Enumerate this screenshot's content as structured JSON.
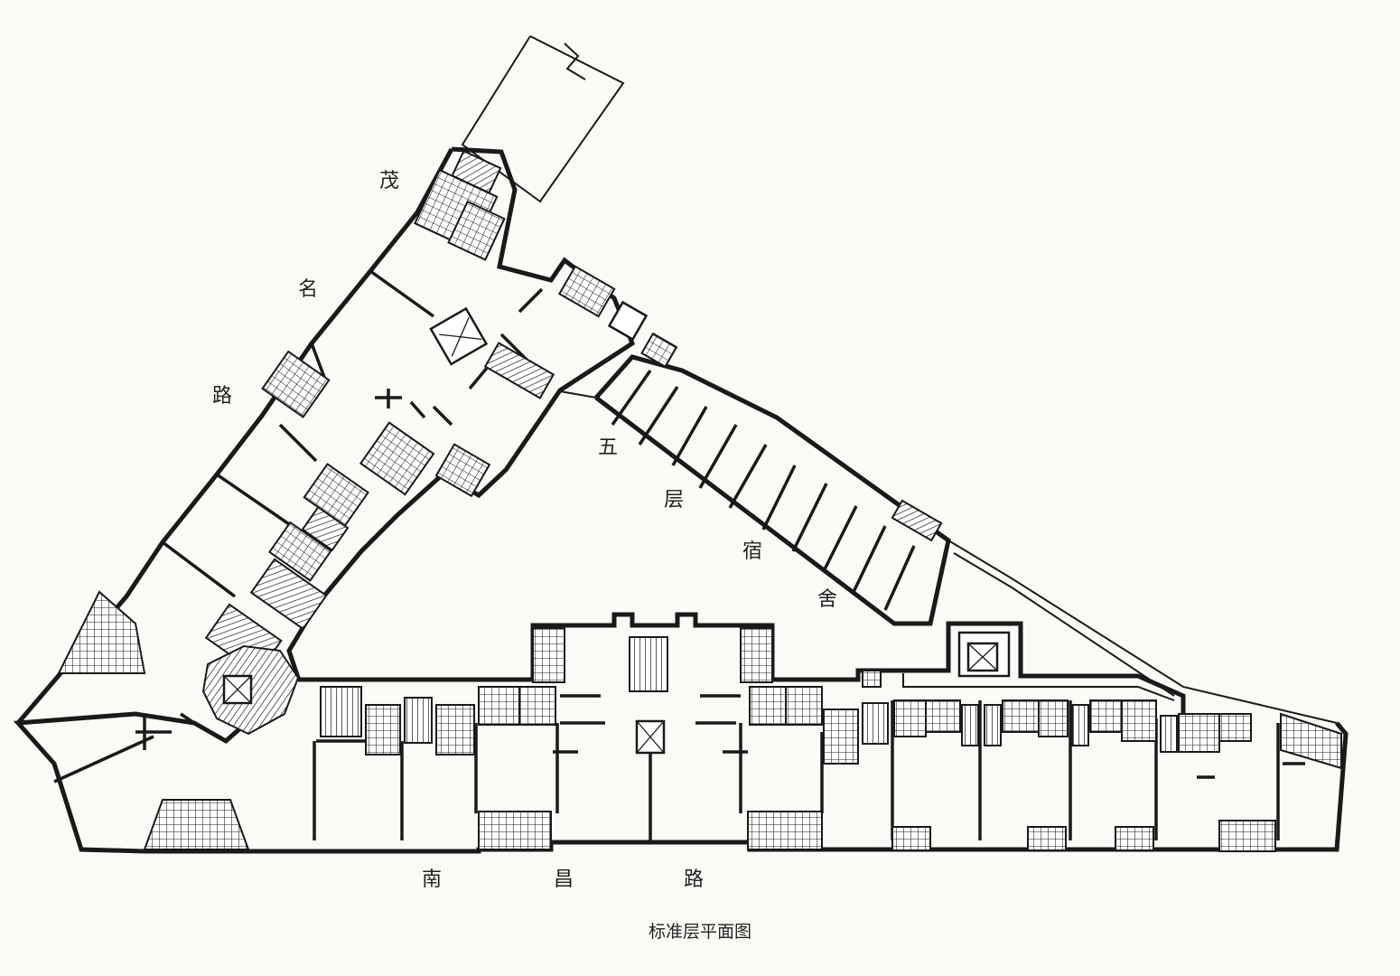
{
  "labels": {
    "street_maoming": [
      "茂",
      "名",
      "路"
    ],
    "street_nanchang": [
      "南",
      "昌",
      "路"
    ],
    "dormitory": [
      "五",
      "层",
      "宿",
      "舍"
    ]
  },
  "caption": "标准层平面图",
  "colors": {
    "background": "#fbfaf6",
    "ink": "#1a1a1a"
  }
}
